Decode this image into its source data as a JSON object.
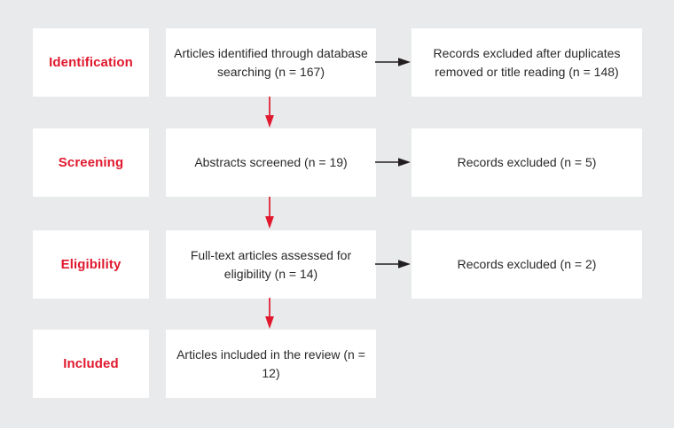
{
  "diagram": {
    "type": "flowchart",
    "name": "article-selection-flow",
    "colors": {
      "background": "#e9eaeb",
      "box_fill": "#ffffff",
      "accent_red": "#e0192e",
      "text": "#2b292a",
      "arrow_black": "#231f20"
    },
    "rows": [
      {
        "stage": "Identification",
        "main": "Articles identified through database searching (n = 167)",
        "side": "Records excluded after duplicates removed or title reading (n = 148)",
        "counts": {
          "main_n": 167,
          "side_n": 148
        }
      },
      {
        "stage": "Screening",
        "main": "Abstracts screened (n = 19)",
        "side": "Records excluded (n = 5)",
        "counts": {
          "main_n": 19,
          "side_n": 5
        }
      },
      {
        "stage": "Eligibility",
        "main": "Full-text articles assessed for eligibility (n = 14)",
        "side": "Records excluded (n = 2)",
        "counts": {
          "main_n": 14,
          "side_n": 2
        }
      },
      {
        "stage": "Included",
        "main": "Articles included in the review (n = 12)",
        "side": null,
        "counts": {
          "main_n": 12,
          "side_n": null
        }
      }
    ],
    "icons": {
      "down_arrow": "arrow-down-icon",
      "right_arrow": "arrow-right-icon"
    }
  }
}
